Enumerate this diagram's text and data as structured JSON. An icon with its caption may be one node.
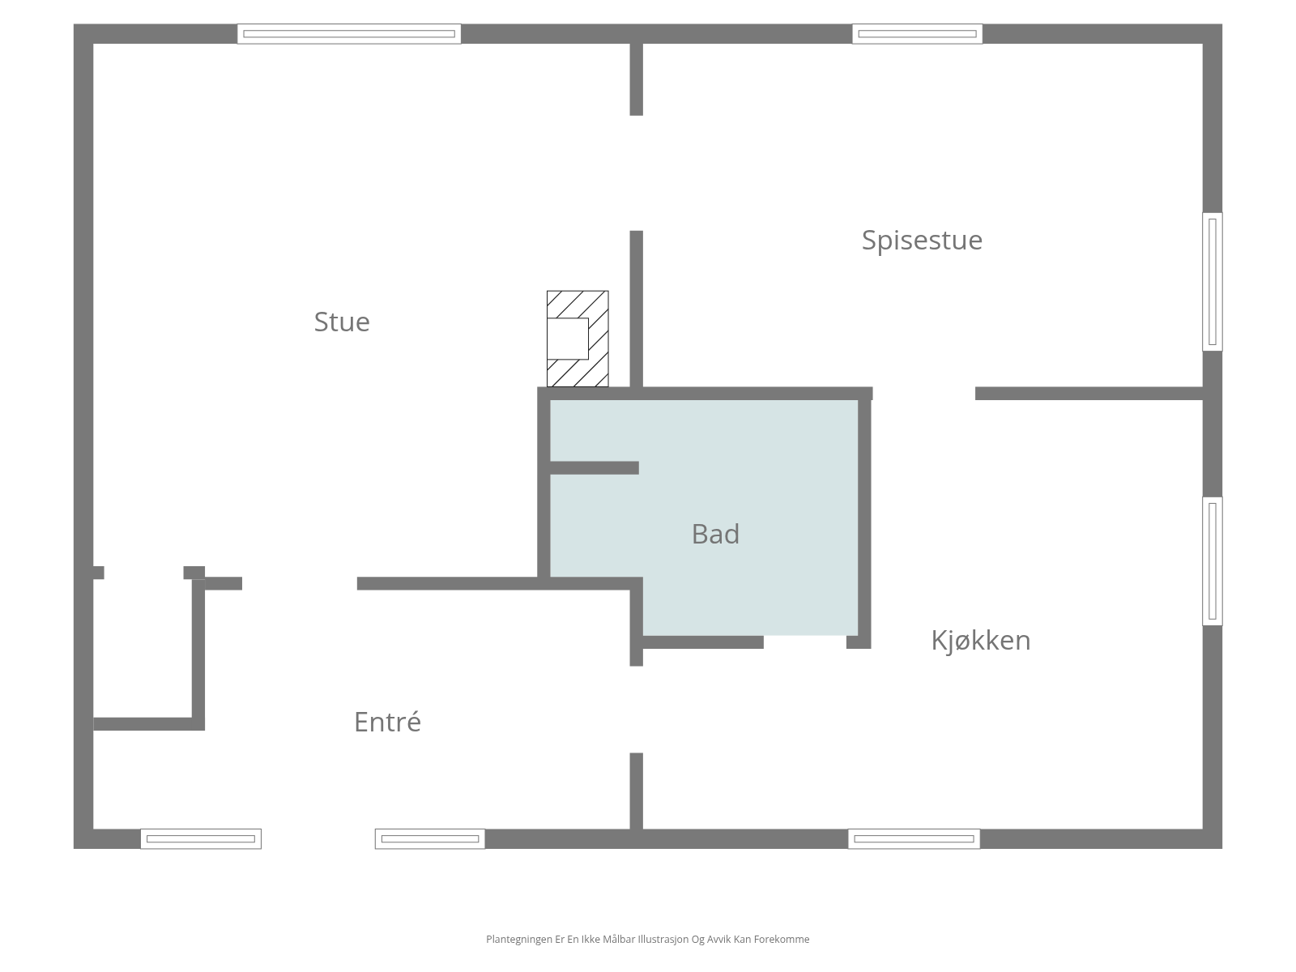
{
  "diagram": {
    "nodes": [
      {
        "text": [
          "Stue"
        ]
      },
      {
        "text": [
          "Spisestue"
        ]
      },
      {
        "text": [
          "Bad"
        ]
      },
      {
        "text": [
          "Kjøkken"
        ]
      },
      {
        "text": [],
        "shape": "box"
      },
      {
        "text": [
          "Entré"
        ]
      }
    ],
    "labels": [
      "Plantegningen Er En Ikke Målbar Illustrasjon Og Avvik Kan Forekomme"
    ]
  }
}
